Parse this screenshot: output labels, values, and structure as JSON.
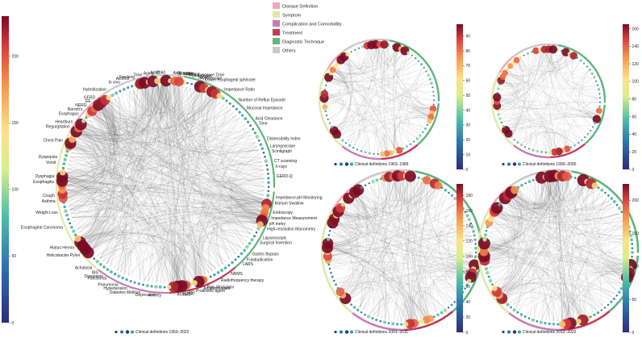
{
  "legend": [
    {
      "label": "Disease Definition",
      "color": "#f2a7b3"
    },
    {
      "label": "Symptom",
      "color": "#dde9a6"
    },
    {
      "label": "Complication and Comorbidity",
      "color": "#c77bb7"
    },
    {
      "label": "Treatment",
      "color": "#c73a55"
    },
    {
      "label": "Diagnostic Technique",
      "color": "#5fb57a"
    },
    {
      "label": "Others",
      "color": "#c9c9c9"
    }
  ],
  "colorbars": [
    {
      "id": "main",
      "ticks": [
        "0",
        "50",
        "100",
        "150",
        "200"
      ],
      "max": 230
    },
    {
      "id": "p1",
      "ticks": [
        "0",
        "10",
        "20",
        "30",
        "40",
        "50",
        "60",
        "70",
        "80",
        "90"
      ],
      "max": 98
    },
    {
      "id": "p2",
      "ticks": [
        "0",
        "20",
        "40",
        "60",
        "80",
        "100",
        "120",
        "140",
        "160"
      ],
      "max": 165
    },
    {
      "id": "p3",
      "ticks": [
        "0",
        "20",
        "40",
        "60",
        "80",
        "100",
        "120",
        "140",
        "160",
        "180"
      ],
      "max": 195
    },
    {
      "id": "p4",
      "ticks": [
        "0",
        "50",
        "100",
        "150",
        "200"
      ],
      "max": 225
    }
  ],
  "captions": {
    "main": "Clinical definitions 1963–2022",
    "p1": "Clinical definitions 1963–1989",
    "p2": "Clinical definitions 1990–2000",
    "p3": "Clinical definitions 2001–2011",
    "p4": "Clinical definitions 2012–2022"
  },
  "main_labels": [
    {
      "text": "Acid Exposure Time",
      "deg": -78
    },
    {
      "text": "Hypotensive",
      "deg": -72
    },
    {
      "text": "Lower esophageal sphincter",
      "deg": -69
    },
    {
      "text": "Impedance Ratio",
      "deg": -58
    },
    {
      "text": "Number of Reflux Episode",
      "deg": -49
    },
    {
      "text": "Mucosal Impedance",
      "deg": -43
    },
    {
      "text": "Acid Clearance",
      "deg": -36
    },
    {
      "text": "Time",
      "deg": -33
    },
    {
      "text": "Distensibility Index",
      "deg": -24
    },
    {
      "text": "Laryngoscope",
      "deg": -20
    },
    {
      "text": "Scintigraph",
      "deg": -17
    },
    {
      "text": "CT scanning",
      "deg": -12
    },
    {
      "text": "X-rays",
      "deg": -9
    },
    {
      "text": "GERD-Q",
      "deg": -4
    },
    {
      "text": "Impedance-pH Monitoring",
      "deg": 7
    },
    {
      "text": "Barium Swallow",
      "deg": 10
    },
    {
      "text": "Endoscopy",
      "deg": 15
    },
    {
      "text": "Impedance Measurement",
      "deg": 18
    },
    {
      "text": "pH metry",
      "deg": 21
    },
    {
      "text": "High-resolution Manometry",
      "deg": 24
    },
    {
      "text": "Laparoscopic",
      "deg": 29
    },
    {
      "text": "Surgical Invention",
      "deg": 32
    },
    {
      "text": "Gastric Bypass",
      "deg": 39
    },
    {
      "text": "Fundoplication",
      "deg": 43
    },
    {
      "text": "LARS",
      "deg": 46
    },
    {
      "text": "NRMS",
      "deg": 54
    },
    {
      "text": "Radiofrequency therapy",
      "deg": 60
    },
    {
      "text": "Pain Modulator",
      "deg": 68
    },
    {
      "text": "Antidepressant",
      "deg": 70
    },
    {
      "text": "Prokinetic agent",
      "deg": 74
    },
    {
      "text": "PPI",
      "deg": 78
    },
    {
      "text": "H2RA",
      "deg": 81
    },
    {
      "text": "Antacid",
      "deg": 84
    },
    {
      "text": "Anxiety",
      "deg": 92
    },
    {
      "text": "Depression",
      "deg": 95
    },
    {
      "text": "Diabetes Mellitus",
      "deg": 103
    },
    {
      "text": "Hypertension",
      "deg": 110
    },
    {
      "text": "Pneumonia",
      "deg": 115
    },
    {
      "text": "Functional",
      "deg": 122
    },
    {
      "text": "Dyspepsia",
      "deg": 124
    },
    {
      "text": "IBS",
      "deg": 127
    },
    {
      "text": "Achalasia",
      "deg": 131
    },
    {
      "text": "Helicobacter Pylori",
      "deg": 140
    },
    {
      "text": "Hiatus Hernia",
      "deg": 145
    },
    {
      "text": "Esophageal Carcinoma",
      "deg": 157
    },
    {
      "text": "Weight Loss",
      "deg": 165
    },
    {
      "text": "Asthma",
      "deg": 171
    },
    {
      "text": "Cough",
      "deg": 174
    },
    {
      "text": "Esophagitis",
      "deg": 181
    },
    {
      "text": "Dysphagia",
      "deg": 184
    },
    {
      "text": "Vomit",
      "deg": 191
    },
    {
      "text": "Dyspepsia",
      "deg": 194
    },
    {
      "text": "Chest Pain",
      "deg": 203
    },
    {
      "text": "Regurgitation",
      "deg": 211
    },
    {
      "text": "Heartburn",
      "deg": 214
    },
    {
      "text": "Esophagus",
      "deg": 219
    },
    {
      "text": "Barrett's",
      "deg": 222
    },
    {
      "text": "NERD",
      "deg": 225
    },
    {
      "text": "EE",
      "deg": 228
    },
    {
      "text": "GERD",
      "deg": 231
    },
    {
      "text": "Hybridization",
      "deg": 238
    },
    {
      "text": "In vivo",
      "deg": 246
    },
    {
      "text": "Alcohol",
      "deg": 251
    },
    {
      "text": "Smoking",
      "deg": 254
    },
    {
      "text": "Time",
      "deg": 258
    },
    {
      "text": "Aging",
      "deg": 264
    },
    {
      "text": "Adult",
      "deg": 267
    },
    {
      "text": "Child",
      "deg": 270
    },
    {
      "text": "Asia",
      "deg": 274
    },
    {
      "text": "Europe",
      "deg": 277
    },
    {
      "text": "America",
      "deg": 280
    },
    {
      "text": "Symptom",
      "deg": 276
    },
    {
      "text": "Index",
      "deg": 279
    },
    {
      "text": "Demeester",
      "deg": 284
    },
    {
      "text": "Score",
      "deg": 287
    }
  ]
}
